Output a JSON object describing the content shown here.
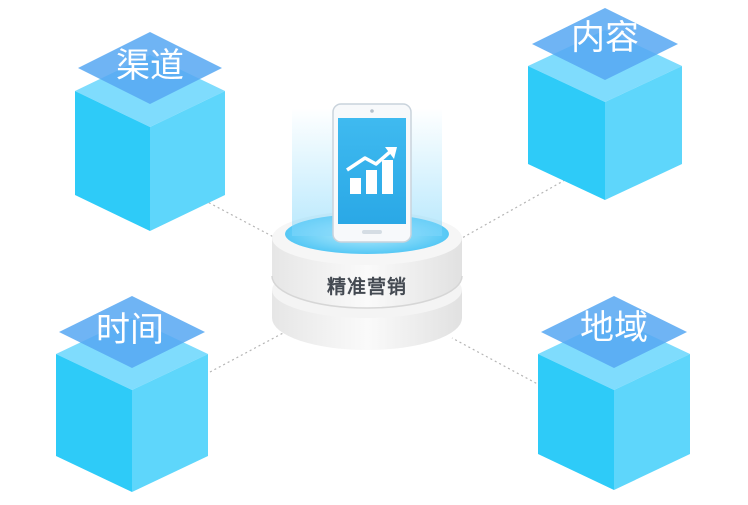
{
  "hub": {
    "label": "精准营销",
    "icon": "rising-bar-chart-icon",
    "device_icon": "smartphone-icon"
  },
  "nodes": [
    {
      "id": "channel",
      "label": "渠道"
    },
    {
      "id": "content",
      "label": "内容"
    },
    {
      "id": "time",
      "label": "时间"
    },
    {
      "id": "region",
      "label": "地域"
    }
  ],
  "colors": {
    "cube_top": "#7fdcfd",
    "cube_left": "#2ecbf8",
    "cube_right": "#5ed6fb",
    "label_plate": "#56a7f2",
    "connector": "#b5b5b5",
    "phone_screen": "#3bb7ef",
    "hub_text": "#444a52"
  }
}
